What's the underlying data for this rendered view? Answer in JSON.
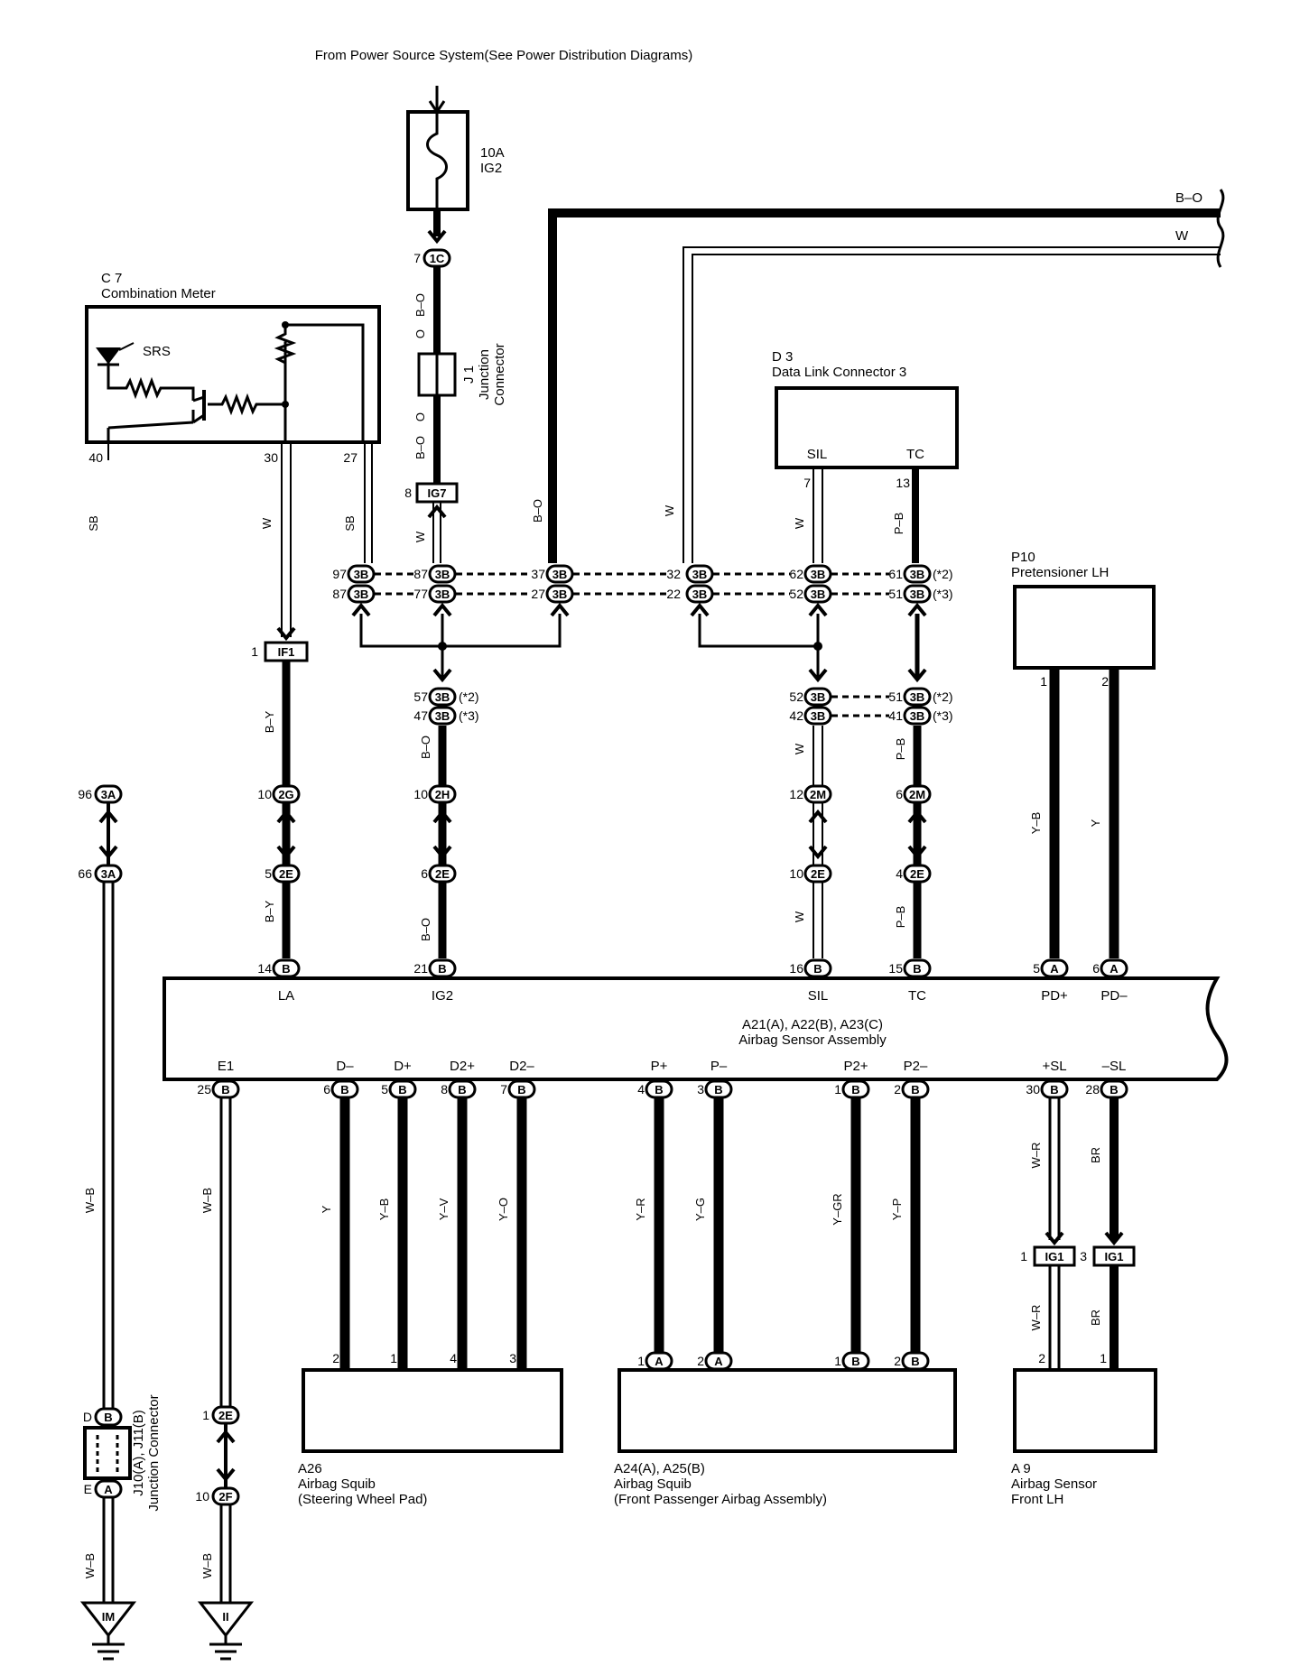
{
  "source_label": "From Power Source System(See Power Distribution Diagrams)",
  "fuse": {
    "rating": "10A",
    "name": "IG2"
  },
  "upper_wires": {
    "b_o": "B–O",
    "w": "W"
  },
  "combination_meter": {
    "id": "C 7",
    "name": "Combination Meter",
    "srs": "SRS",
    "pins": {
      "p40": "40",
      "p30": "30",
      "p27": "27"
    }
  },
  "junction_j1": {
    "id": "J 1",
    "name1": "Junction",
    "name2": "Connector"
  },
  "data_link": {
    "id": "D 3",
    "name": "Data Link Connector 3",
    "sil": "SIL",
    "tc": "TC",
    "pin_sil": "7",
    "pin_tc": "13"
  },
  "pretensioner": {
    "id": "P10",
    "name": "Pretensioner LH",
    "pin1": "1",
    "pin2": "2"
  },
  "connectors": {
    "c1c": "1C",
    "ig7": "IG7",
    "if1": "IF1",
    "c3b": "3B",
    "c3a": "3A",
    "c2g": "2G",
    "c2h": "2H",
    "c2m": "2M",
    "c2e": "2E",
    "c2f": "2F",
    "ig1": "IG1",
    "a": "A",
    "b": "B",
    "d": "D",
    "e": "E",
    "im": "IM",
    "ii": "II"
  },
  "notes": {
    "n2": "(*2)",
    "n3": "(*3)"
  },
  "pins": {
    "p1": "1",
    "p2": "2",
    "p3": "3",
    "p4": "4",
    "p5": "5",
    "p6": "6",
    "p7": "7",
    "p8": "8",
    "p10": "10",
    "p12": "12",
    "p14": "14",
    "p15": "15",
    "p16": "16",
    "p21": "21",
    "p22": "22",
    "p25": "25",
    "p27": "27",
    "p28": "28",
    "p30": "30",
    "p32": "32",
    "p37": "37",
    "p41": "41",
    "p42": "42",
    "p47": "47",
    "p51": "51",
    "p52": "52",
    "p57": "57",
    "p61": "61",
    "p62": "62",
    "p66": "66",
    "p77": "77",
    "p87": "87",
    "p96": "96",
    "p97": "97"
  },
  "wire_colors": {
    "sb": "SB",
    "w": "W",
    "b_o": "B–O",
    "o": "O",
    "b_y": "B–Y",
    "p_b": "P–B",
    "y_b": "Y–B",
    "y": "Y",
    "w_b": "W–B",
    "y_v": "Y–V",
    "y_o": "Y–O",
    "y_r": "Y–R",
    "y_g": "Y–G",
    "y_gr": "Y–GR",
    "y_p": "Y–P",
    "w_r": "W–R",
    "br": "BR"
  },
  "sensor": {
    "id": "A21(A), A22(B), A23(C)",
    "name": "Airbag Sensor Assembly",
    "terms": {
      "la": "LA",
      "ig2": "IG2",
      "sil": "SIL",
      "tc": "TC",
      "pd_p": "PD+",
      "pd_m": "PD–",
      "e1": "E1",
      "d_m": "D–",
      "d_p": "D+",
      "d2_p": "D2+",
      "d2_m": "D2–",
      "p_p": "P+",
      "p_m": "P–",
      "p2_p": "P2+",
      "p2_m": "P2–",
      "sl_p": "+SL",
      "sl_m": "–SL"
    }
  },
  "junction_j10": {
    "id": "J10(A), J11(B)",
    "name": "Junction Connector"
  },
  "squib_wheel": {
    "id": "A26",
    "name": "Airbag Squib",
    "sub": "(Steering Wheel Pad)"
  },
  "squib_pass": {
    "id": "A24(A), A25(B)",
    "name": "Airbag Squib",
    "sub": "(Front Passenger Airbag Assembly)"
  },
  "sensor_front": {
    "id": "A 9",
    "name": "Airbag Sensor",
    "sub": "Front LH"
  }
}
